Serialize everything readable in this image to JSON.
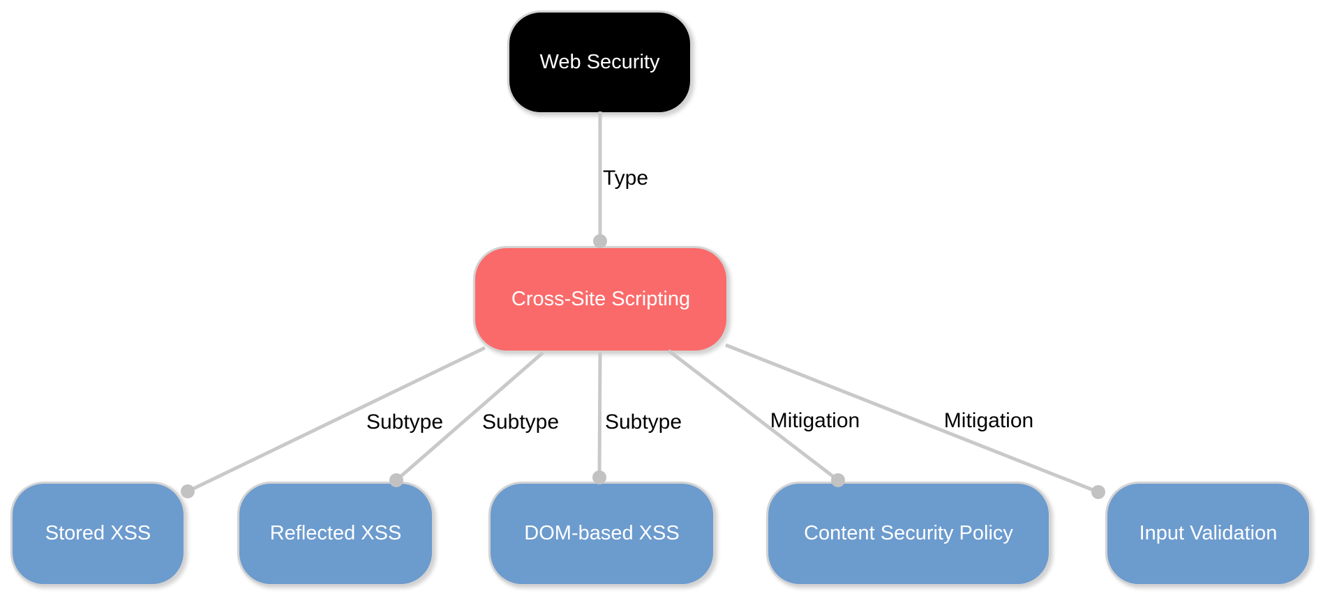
{
  "diagram": {
    "type": "network-graph",
    "topic": "Web Security / Cross-Site Scripting concept map",
    "nodes": [
      {
        "id": "web-security",
        "label": "Web Security",
        "fill": "#000000",
        "text_color": "#ffffff",
        "role": "root"
      },
      {
        "id": "xss",
        "label": "Cross-Site Scripting",
        "fill": "#fb6a6a",
        "text_color": "#ffffff",
        "role": "central"
      },
      {
        "id": "stored-xss",
        "label": "Stored XSS",
        "fill": "#6c9bce",
        "text_color": "#ffffff",
        "role": "leaf"
      },
      {
        "id": "reflected-xss",
        "label": "Reflected XSS",
        "fill": "#6c9bce",
        "text_color": "#ffffff",
        "role": "leaf"
      },
      {
        "id": "dom-based-xss",
        "label": "DOM-based XSS",
        "fill": "#6c9bce",
        "text_color": "#ffffff",
        "role": "leaf"
      },
      {
        "id": "csp",
        "label": "Content Security Policy",
        "fill": "#6c9bce",
        "text_color": "#ffffff",
        "role": "leaf"
      },
      {
        "id": "input-validation",
        "label": "Input Validation",
        "fill": "#6c9bce",
        "text_color": "#ffffff",
        "role": "leaf"
      }
    ],
    "edges": [
      {
        "from": "Web Security",
        "to": "Cross-Site Scripting",
        "label": "Type"
      },
      {
        "from": "Cross-Site Scripting",
        "to": "Stored XSS",
        "label": "Subtype"
      },
      {
        "from": "Cross-Site Scripting",
        "to": "Reflected XSS",
        "label": "Subtype"
      },
      {
        "from": "Cross-Site Scripting",
        "to": "DOM-based XSS",
        "label": "Subtype"
      },
      {
        "from": "Cross-Site Scripting",
        "to": "Content Security Policy",
        "label": "Mitigation"
      },
      {
        "from": "Cross-Site Scripting",
        "to": "Input Validation",
        "label": "Mitigation"
      }
    ],
    "colors": {
      "background": "#ffffff",
      "edge": "#c9c9c9",
      "endpoint_dot": "#c2c2c2",
      "node_border": "#d3d3d3",
      "label_text": "#000000"
    }
  }
}
